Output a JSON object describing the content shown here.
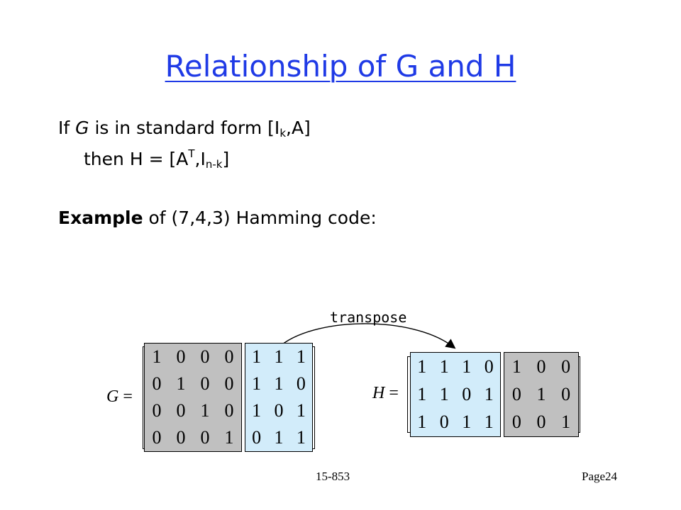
{
  "slide": {
    "title": "Relationship of G and H",
    "line1": {
      "prefix": "If ",
      "G": "G",
      "mid": " is in standard form [I",
      "sub_k": "k",
      "suffix": ",A]"
    },
    "line2": {
      "prefix": "then H = [A",
      "sup_T": "T",
      "mid": ",I",
      "sub_nk": "n-k",
      "suffix": "]"
    },
    "line3": {
      "bold": "Example",
      "rest": " of (7,4,3) Hamming code:"
    },
    "transpose_label": "transpose",
    "footer_left": "15-853",
    "footer_right": "Page24"
  },
  "G_matrix": {
    "label_var": "G",
    "label_eq": " =",
    "identity": [
      [
        "1",
        "0",
        "0",
        "0"
      ],
      [
        "0",
        "1",
        "0",
        "0"
      ],
      [
        "0",
        "0",
        "1",
        "0"
      ],
      [
        "0",
        "0",
        "0",
        "1"
      ]
    ],
    "A": [
      [
        "1",
        "1",
        "1"
      ],
      [
        "1",
        "1",
        "0"
      ],
      [
        "1",
        "0",
        "1"
      ],
      [
        "0",
        "1",
        "1"
      ]
    ]
  },
  "H_matrix": {
    "label_var": "H",
    "label_eq": " =",
    "AT": [
      [
        "1",
        "1",
        "1",
        "0"
      ],
      [
        "1",
        "1",
        "0",
        "1"
      ],
      [
        "1",
        "0",
        "1",
        "1"
      ]
    ],
    "identity": [
      [
        "1",
        "0",
        "0"
      ],
      [
        "0",
        "1",
        "0"
      ],
      [
        "0",
        "0",
        "1"
      ]
    ]
  },
  "colors": {
    "title": "#1f3ae6",
    "identity_block": "#c0c0c0",
    "parity_block": "#d2ecfa"
  }
}
